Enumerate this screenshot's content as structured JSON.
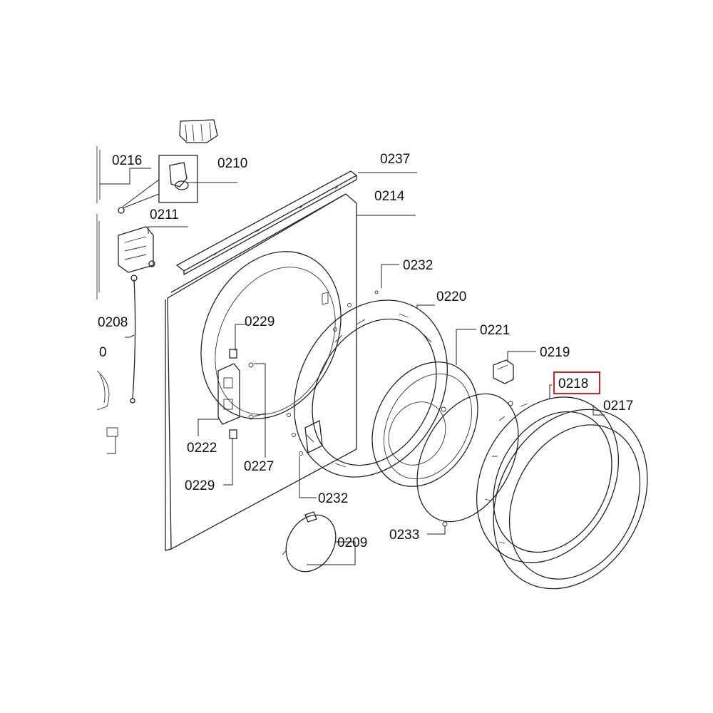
{
  "highlight_color": "#d42020",
  "labels": {
    "p0216": "0216",
    "p0210": "0210",
    "p0237": "0237",
    "p0214": "0214",
    "p0211": "0211",
    "p0232a": "0232",
    "p0220": "0220",
    "p0208": "0208",
    "p0": "0",
    "p0229a": "0229",
    "p0221": "0221",
    "p0219": "0219",
    "p0218": "0218",
    "p0217": "0217",
    "p0222": "0222",
    "p0227": "0227",
    "p0229b": "0229",
    "p0232b": "0232",
    "p0233": "0233",
    "p0209": "0209"
  },
  "highlighted_label": "0218"
}
